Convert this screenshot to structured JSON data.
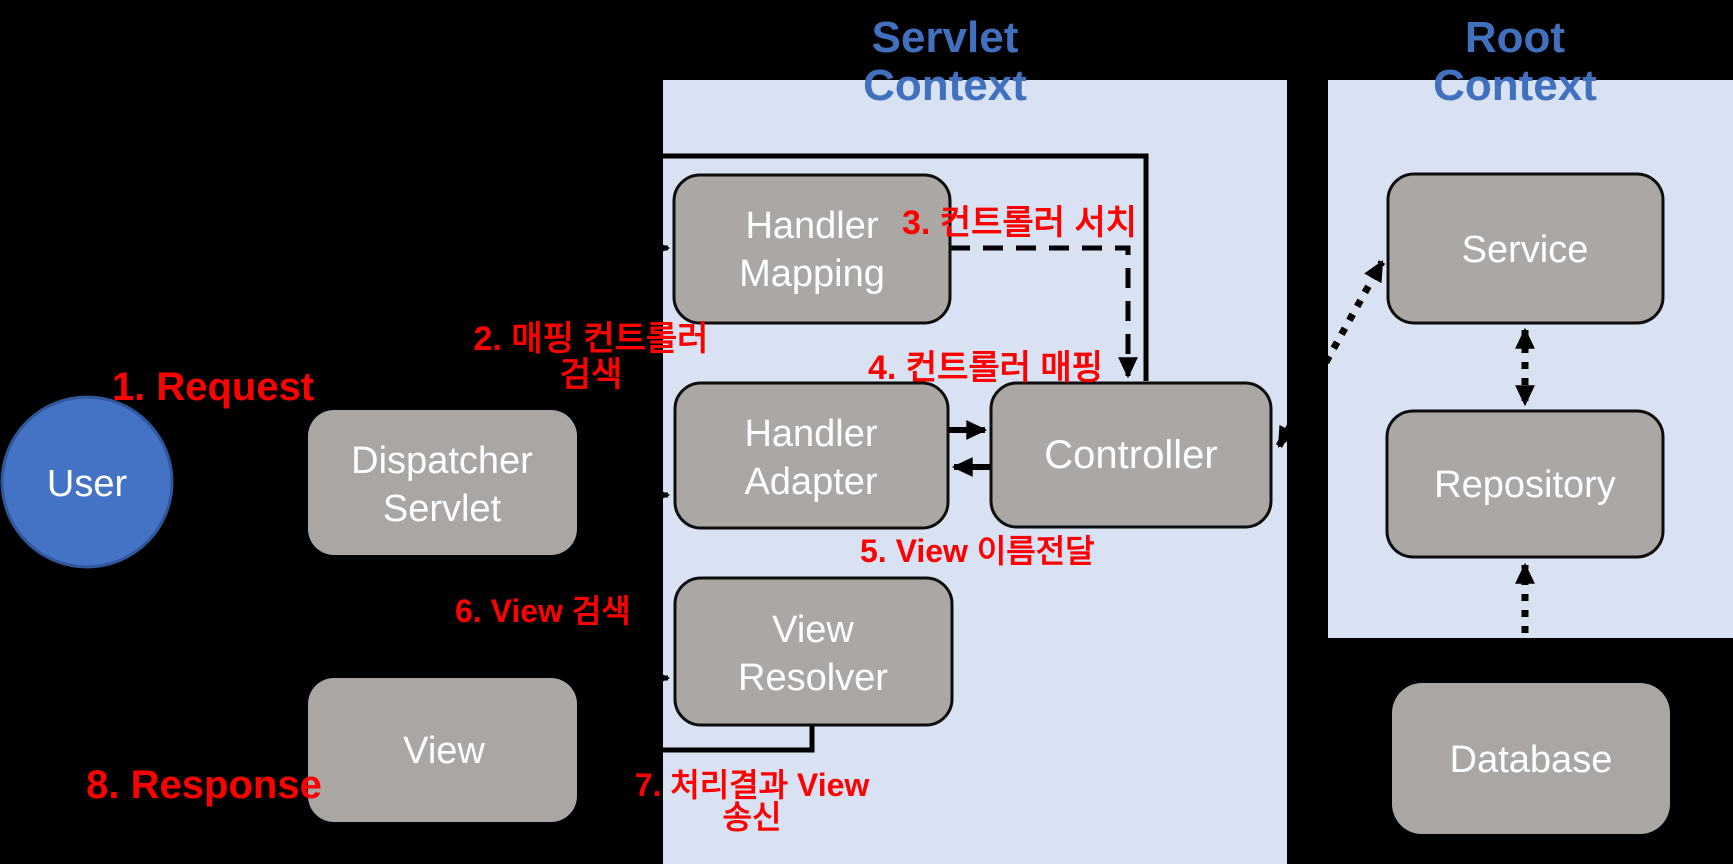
{
  "titles": {
    "servlet_context": [
      "Servlet",
      "Context"
    ],
    "root_context": [
      "Root",
      "Context"
    ]
  },
  "nodes": {
    "user": "User",
    "dispatcher_servlet": [
      "Dispatcher",
      "Servlet"
    ],
    "handler_mapping": [
      "Handler",
      "Mapping"
    ],
    "handler_adapter": [
      "Handler",
      "Adapter"
    ],
    "view_resolver": [
      "View",
      "Resolver"
    ],
    "controller": "Controller",
    "service": "Service",
    "repository": "Repository",
    "view": "View",
    "database": "Database"
  },
  "steps": [
    {
      "num": 1,
      "label": "1. Request"
    },
    {
      "num": 2,
      "label": "2. 매핑 컨트롤러",
      "label2": "검색"
    },
    {
      "num": 3,
      "label": "3. 컨트롤러 서치"
    },
    {
      "num": 4,
      "label": "4. 컨트롤러 매핑"
    },
    {
      "num": 5,
      "label": "5.  View 이름전달"
    },
    {
      "num": 6,
      "label": "6. View 검색"
    },
    {
      "num": 7,
      "label": "7. 처리결과 View",
      "label2": "송신"
    },
    {
      "num": 8,
      "label": "8. Response"
    }
  ],
  "colors": {
    "background": "#000000",
    "panel_blue": "#d9e2f3",
    "box_gray": "#aaa7a5",
    "box_stroke": "#0d0d0d",
    "title_blue": "#4170be",
    "user_fill": "#4472c4",
    "user_stroke": "#31579b",
    "step_red": "#ff0000",
    "connector": "#000000",
    "label_white": "#ffffff"
  }
}
